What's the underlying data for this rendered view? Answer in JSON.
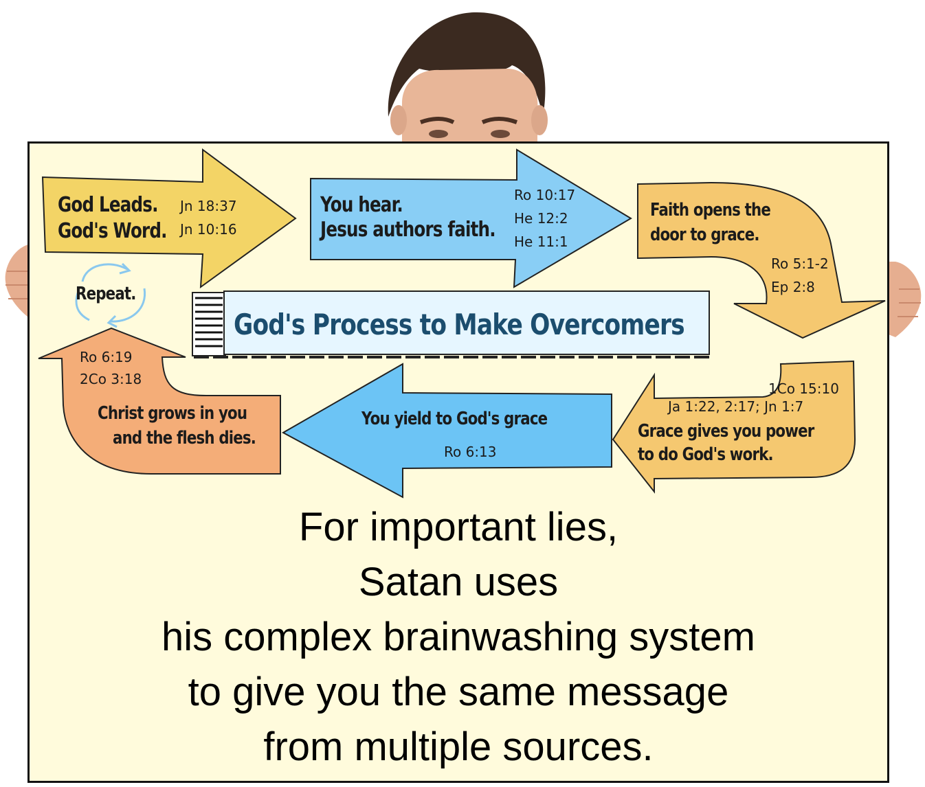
{
  "diagram": {
    "title": "God's Process to Make Overcomers",
    "steps": [
      {
        "lines": [
          "God Leads.",
          "God's Word."
        ],
        "refs": [
          "Jn 18:37",
          "Jn 10:16"
        ],
        "color": "#f3d466"
      },
      {
        "lines": [
          "You hear.",
          "Jesus authors faith."
        ],
        "refs": [
          "Ro 10:17",
          "He 12:2",
          "He 11:1"
        ],
        "color": "#89cef5"
      },
      {
        "lines": [
          "Faith opens the",
          "door to grace."
        ],
        "refs": [
          "Ro 5:1-2",
          "Ep 2:8"
        ],
        "color": "#f5c870"
      },
      {
        "lines": [
          "Grace gives you power",
          "to do God's work."
        ],
        "refs": [
          "1Co 15:10",
          "Ja 1:22, 2:17; Jn 1:7"
        ],
        "color": "#f5c870"
      },
      {
        "lines": [
          "You yield to God's grace"
        ],
        "refs": [
          "Ro 6:13"
        ],
        "color": "#6cc4f5"
      },
      {
        "lines": [
          "Christ grows in you",
          "and the flesh dies."
        ],
        "refs": [
          "Ro 6:19",
          "2Co 3:18"
        ],
        "color": "#f4ad78"
      }
    ],
    "repeat_label": "Repeat."
  },
  "caption": {
    "lines": [
      "For important lies,",
      "Satan uses",
      "his complex brainwashing system",
      "to give you the same message",
      "from multiple sources."
    ]
  },
  "icons": [
    "person-head-photo",
    "left-hand",
    "right-hand",
    "cycle-arrows-icon"
  ]
}
